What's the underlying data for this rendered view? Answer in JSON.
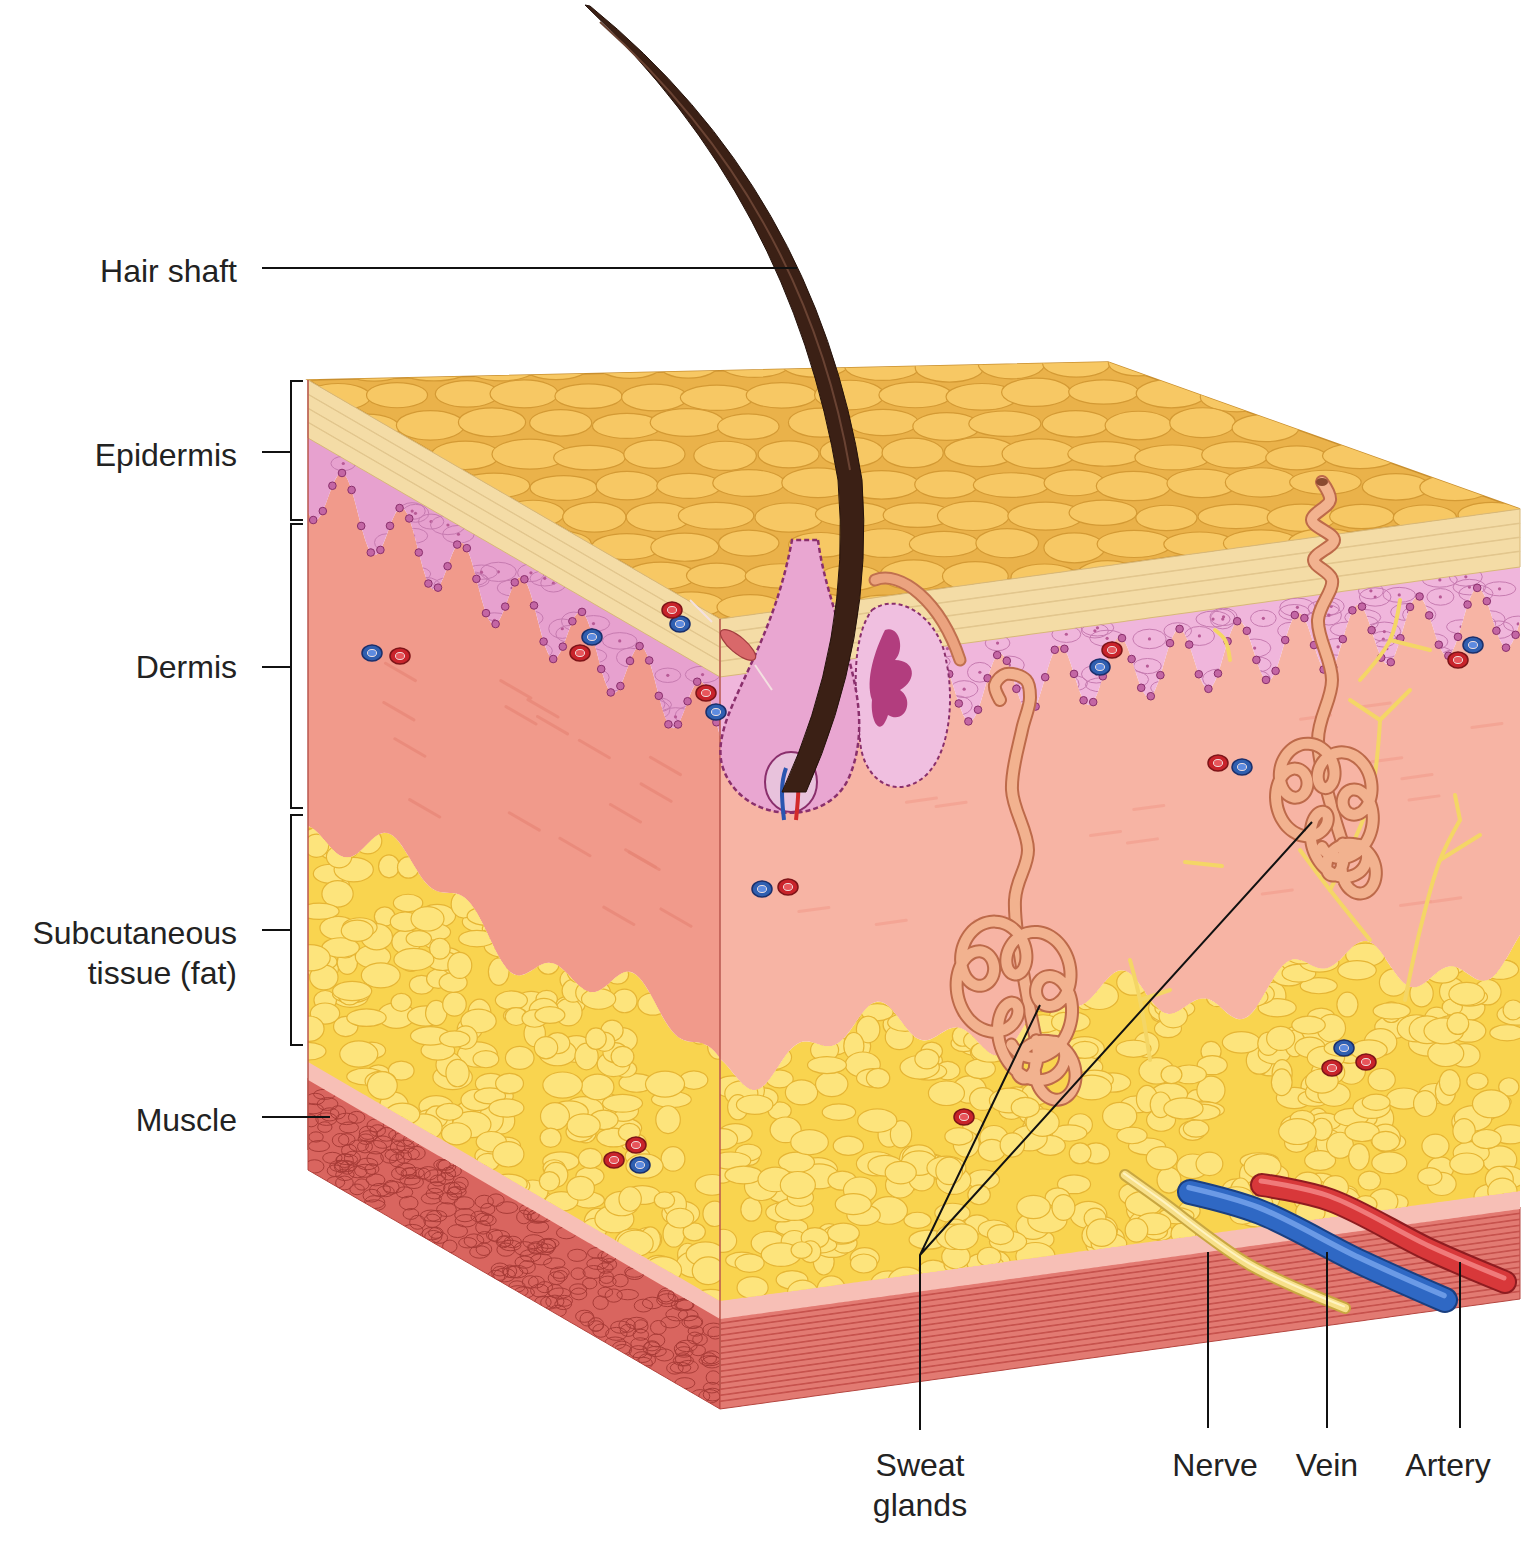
{
  "diagram": {
    "labels": [
      "Hair shaft",
      "Epidermis",
      "Dermis",
      "Subcutaneous tissue (fat)",
      "Muscle",
      "Sweat glands",
      "Nerve",
      "Vein",
      "Artery"
    ]
  }
}
